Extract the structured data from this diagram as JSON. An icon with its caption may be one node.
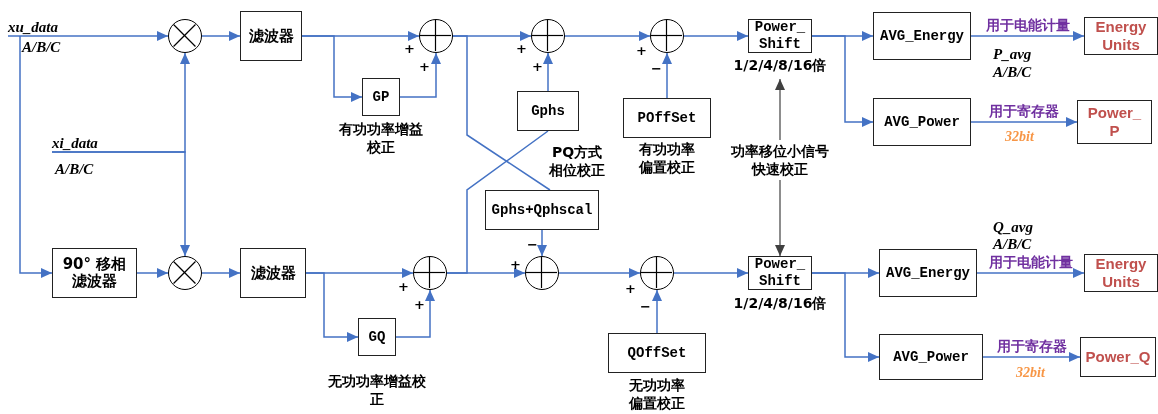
{
  "diagram": {
    "nodes": [
      {
        "text": [],
        "shape": "multiplier"
      },
      {
        "text": [
          "滤波器"
        ]
      },
      {
        "text": [],
        "shape": "adder"
      },
      {
        "text": [
          "GP"
        ],
        "beside": [
          "有功功率增益校正"
        ]
      },
      {
        "text": [],
        "shape": "adder"
      },
      {
        "text": [
          "Gphs"
        ]
      },
      {
        "text": [],
        "shape": "adder"
      },
      {
        "text": [
          "POffSet"
        ],
        "beside": [
          "有功功率偏置校正"
        ]
      },
      {
        "text": [
          "Power_ Shift"
        ],
        "beside": [
          "1/2/4/8/16倍"
        ]
      },
      {
        "text": [
          "AVG_Energy"
        ]
      },
      {
        "text": [
          "Energy Units"
        ]
      },
      {
        "text": [
          "AVG_Power"
        ]
      },
      {
        "text": [
          "Power_ P"
        ]
      },
      {
        "text": [
          "Gphs+Qphscal"
        ]
      },
      {
        "text": [
          "90° 移相滤波器"
        ]
      },
      {
        "text": [],
        "shape": "multiplier"
      },
      {
        "text": [
          "滤波器"
        ]
      },
      {
        "text": [],
        "shape": "adder"
      },
      {
        "text": [
          "GQ"
        ],
        "beside": [
          "无功功率增益校正"
        ]
      },
      {
        "text": [],
        "shape": "adder"
      },
      {
        "text": [],
        "shape": "adder"
      },
      {
        "text": [
          "QOffSet"
        ],
        "beside": [
          "无功功率偏置校正"
        ]
      },
      {
        "text": [
          "Power_ Shift"
        ],
        "beside": [
          "1/2/4/8/16倍"
        ]
      },
      {
        "text": [
          "AVG_Energy"
        ]
      },
      {
        "text": [
          "Energy Units"
        ]
      },
      {
        "text": [
          "AVG_Power"
        ]
      },
      {
        "text": [
          "Power_Q"
        ]
      },
      {
        "text": [
          "功率移位小信号快速校正"
        ]
      },
      {
        "text": [
          "xu_data"
        ]
      },
      {
        "text": [
          "xi_data"
        ]
      }
    ],
    "edges": [
      {
        "from": 28,
        "to": 0,
        "arrow": "to"
      },
      {
        "from": 28,
        "to": 14,
        "arrow": "to"
      },
      {
        "from": 29,
        "to": 0,
        "arrow": "to"
      },
      {
        "from": 29,
        "to": 15,
        "arrow": "to"
      },
      {
        "from": 0,
        "to": 1,
        "arrow": "to"
      },
      {
        "from": 14,
        "to": 15,
        "arrow": "to"
      },
      {
        "from": 15,
        "to": 16,
        "arrow": "to"
      },
      {
        "from": 1,
        "to": 2,
        "arrow": "to"
      },
      {
        "from": 1,
        "to": 3,
        "arrow": "to"
      },
      {
        "from": 3,
        "to": 2,
        "arrow": "to"
      },
      {
        "from": 2,
        "to": 4,
        "arrow": "to"
      },
      {
        "from": 5,
        "to": 4,
        "arrow": "to"
      },
      {
        "from": 4,
        "to": 6,
        "arrow": "to"
      },
      {
        "from": 7,
        "to": 6,
        "arrow": "to"
      },
      {
        "from": 6,
        "to": 8,
        "arrow": "to"
      },
      {
        "from": 8,
        "to": 9,
        "arrow": "to"
      },
      {
        "from": 8,
        "to": 11,
        "arrow": "to"
      },
      {
        "from": 9,
        "to": 10,
        "arrow": "to",
        "label": "用于电能计量"
      },
      {
        "from": 11,
        "to": 12,
        "arrow": "to",
        "label": "用于寄存器"
      },
      {
        "from": 16,
        "to": 17,
        "arrow": "to"
      },
      {
        "from": 16,
        "to": 18,
        "arrow": "to"
      },
      {
        "from": 18,
        "to": 17,
        "arrow": "to"
      },
      {
        "from": 17,
        "to": 19,
        "arrow": "to"
      },
      {
        "from": 13,
        "to": 19,
        "arrow": "to"
      },
      {
        "from": 19,
        "to": 20,
        "arrow": "to"
      },
      {
        "from": 21,
        "to": 20,
        "arrow": "to"
      },
      {
        "from": 20,
        "to": 22,
        "arrow": "to"
      },
      {
        "from": 22,
        "to": 23,
        "arrow": "to"
      },
      {
        "from": 22,
        "to": 25,
        "arrow": "to"
      },
      {
        "from": 23,
        "to": 24,
        "arrow": "to",
        "label": "用于电能计量"
      },
      {
        "from": 25,
        "to": 26,
        "arrow": "to",
        "label": "用于寄存器"
      },
      {
        "from": 27,
        "to": 8,
        "arrow": "to",
        "color": "#404040"
      },
      {
        "from": 27,
        "to": 22,
        "arrow": "to",
        "color": "#404040"
      },
      {
        "from": 2,
        "to": 13,
        "arrow": "none"
      },
      {
        "from": 17,
        "to": 5,
        "arrow": "none"
      }
    ],
    "labels": [
      "A/B/C",
      "+",
      "+",
      "+",
      "+",
      "+",
      "−",
      "P_avg",
      "A/B/C",
      "32bit",
      "A/B/C",
      "PQ方式相位校正",
      "−",
      "Q_avg",
      "A/B/C",
      "+",
      "+",
      "+",
      "+",
      "−",
      "32bit"
    ]
  }
}
